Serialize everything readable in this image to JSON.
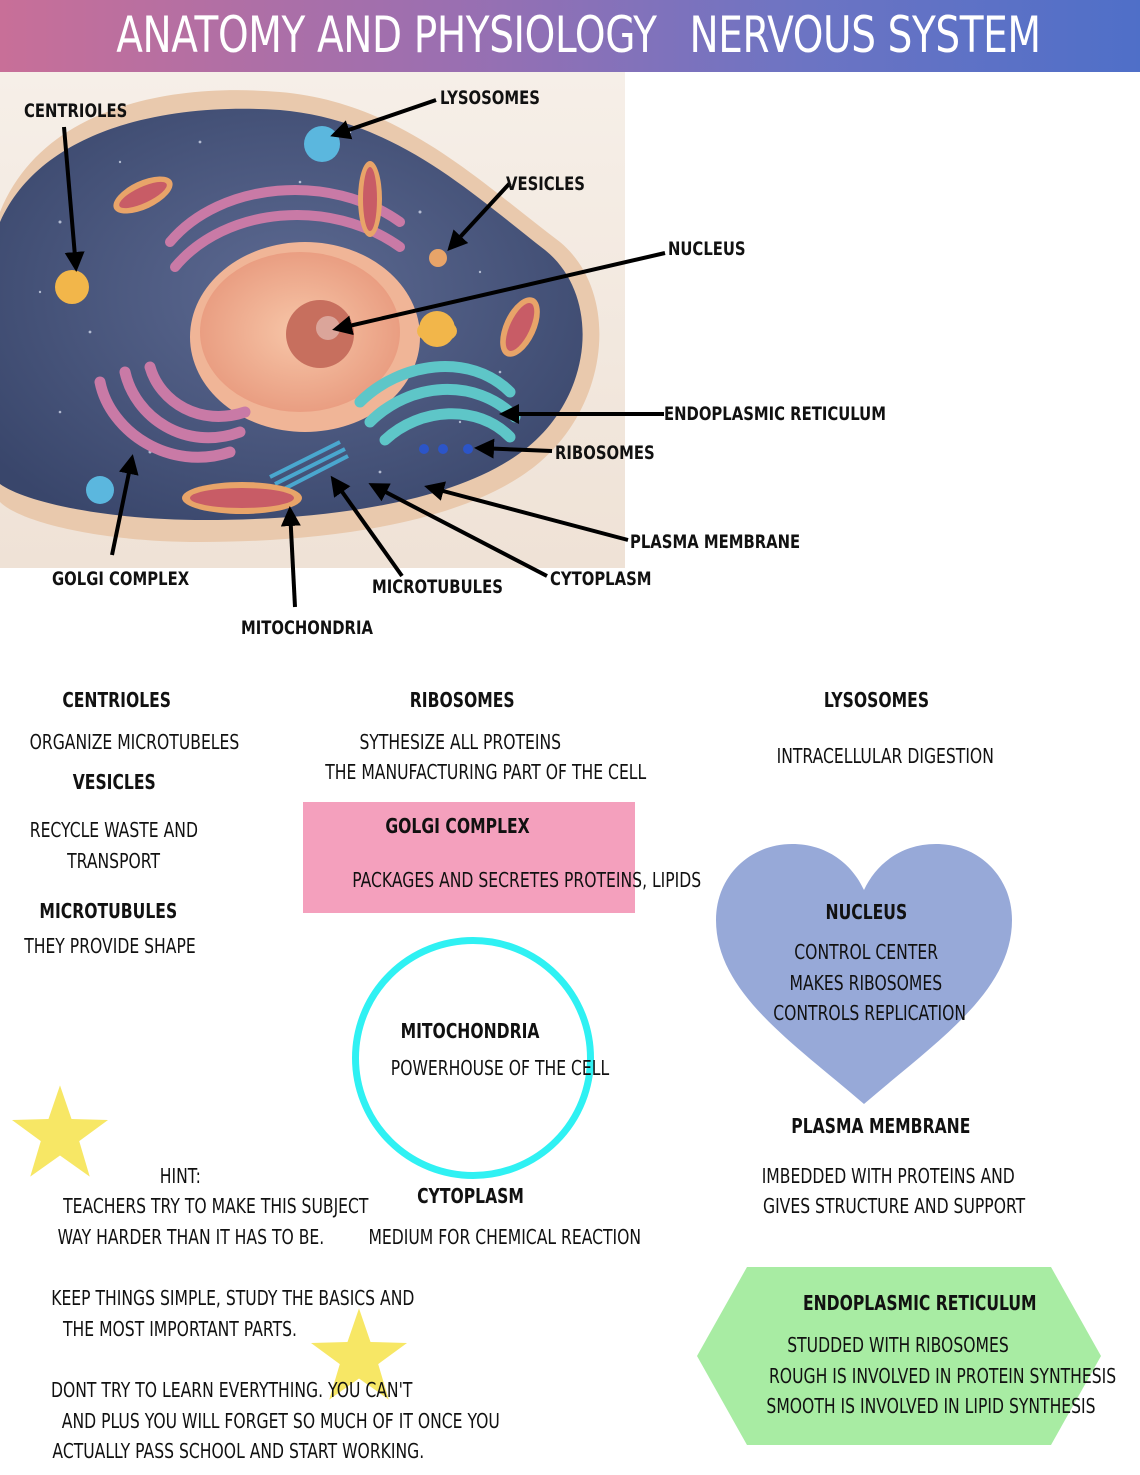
{
  "header": {
    "title_left": "ANATOMY AND PHYSIOLOGY",
    "title_right": "NERVOUS SYSTEM",
    "gradient_start": "#c86f98",
    "gradient_end": "#4f6fc8"
  },
  "diagram_labels": {
    "centrioles": "CENTRIOLES",
    "lysosomes": "LYSOSOMES",
    "vesicles": "VESICLES",
    "nucleus": "NUCLEUS",
    "endoplasmic_reticulum": "ENDOPLASMIC RETICULUM",
    "ribosomes": "RIBOSOMES",
    "plasma_membrane": "PLASMA MEMBRANE",
    "cytoplasm": "CYTOPLASM",
    "microtubules": "MICROTUBULES",
    "golgi_complex": "GOLGI COMPLEX",
    "mitochondria": "MITOCHONDRIA"
  },
  "notes": {
    "centrioles": {
      "title": "CENTRIOLES",
      "lines": [
        "ORGANIZE MICROTUBELES"
      ]
    },
    "vesicles": {
      "title": "VESICLES",
      "lines": [
        "RECYCLE WASTE AND",
        "TRANSPORT"
      ]
    },
    "microtubules": {
      "title": "MICROTUBULES",
      "lines": [
        "THEY PROVIDE SHAPE"
      ]
    },
    "ribosomes": {
      "title": "RIBOSOMES",
      "lines": [
        "SYTHESIZE ALL PROTEINS",
        "THE MANUFACTURING PART OF THE CELL"
      ]
    },
    "golgi": {
      "title": "GOLGI COMPLEX",
      "lines": [
        "PACKAGES AND SECRETES PROTEINS, LIPIDS"
      ],
      "color": "#f4a0bd"
    },
    "mitochondria": {
      "title": "MITOCHONDRIA",
      "lines": [
        "POWERHOUSE OF THE CELL"
      ],
      "color": "#2ff1f3"
    },
    "cytoplasm": {
      "title": "CYTOPLASM",
      "lines": [
        "MEDIUM FOR CHEMICAL REACTION"
      ]
    },
    "lysosomes": {
      "title": "LYSOSOMES",
      "lines": [
        "INTRACELLULAR DIGESTION"
      ]
    },
    "nucleus": {
      "title": "NUCLEUS",
      "lines": [
        "CONTROL CENTER",
        "MAKES RIBOSOMES",
        "CONTROLS REPLICATION"
      ],
      "color": "#97a9d8"
    },
    "plasma_membrane": {
      "title": "PLASMA MEMBRANE",
      "lines": [
        "IMBEDDED WITH PROTEINS AND",
        "GIVES STRUCTURE AND SUPPORT"
      ]
    },
    "er": {
      "title": "ENDOPLASMIC RETICULUM",
      "lines": [
        "STUDDED WITH RIBOSOMES",
        "ROUGH IS INVOLVED IN PROTEIN SYNTHESIS",
        "SMOOTH IS INVOLVED IN LIPID SYNTHESIS"
      ],
      "color": "#a8eca3"
    }
  },
  "hint": {
    "lines": [
      "HINT:",
      "TEACHERS TRY TO MAKE THIS SUBJECT",
      "WAY HARDER THAN IT HAS TO BE.",
      "KEEP THINGS SIMPLE, STUDY THE BASICS AND",
      "THE MOST IMPORTANT PARTS.",
      "DONT TRY TO LEARN EVERYTHING. YOU CAN'T",
      "AND PLUS YOU WILL FORGET SO MUCH OF IT ONCE YOU",
      "ACTUALLY PASS SCHOOL AND START WORKING."
    ],
    "star_color": "#f7e765"
  }
}
